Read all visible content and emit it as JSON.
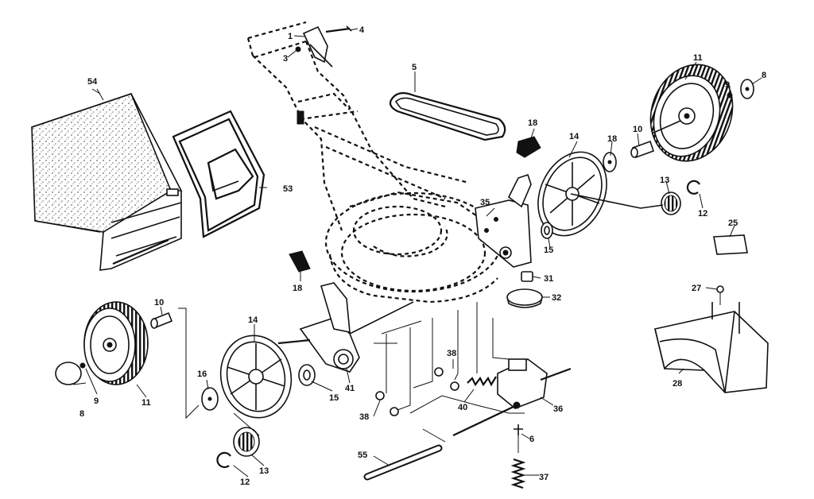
{
  "labels": {
    "p54": "54",
    "p53": "53",
    "p1": "1",
    "p3": "3",
    "p4": "4",
    "p5": "5",
    "p18a": "18",
    "p18b": "18",
    "p18c": "18",
    "p14a": "14",
    "p14b": "14",
    "p10a": "10",
    "p10b": "10",
    "p11a": "11",
    "p11b": "11",
    "p9a": "9",
    "p9b": "9",
    "p8a": "8",
    "p8b": "8",
    "p13a": "13",
    "p13b": "13",
    "p12a": "12",
    "p12b": "12",
    "p35": "35",
    "p15a": "15",
    "p15b": "15",
    "p25": "25",
    "p31": "31",
    "p32": "32",
    "p27": "27",
    "p28": "28",
    "p16": "16",
    "p41": "41",
    "p38a": "38",
    "p38b": "38",
    "p40": "40",
    "p36": "36",
    "p6": "6",
    "p55": "55",
    "p37": "37"
  }
}
